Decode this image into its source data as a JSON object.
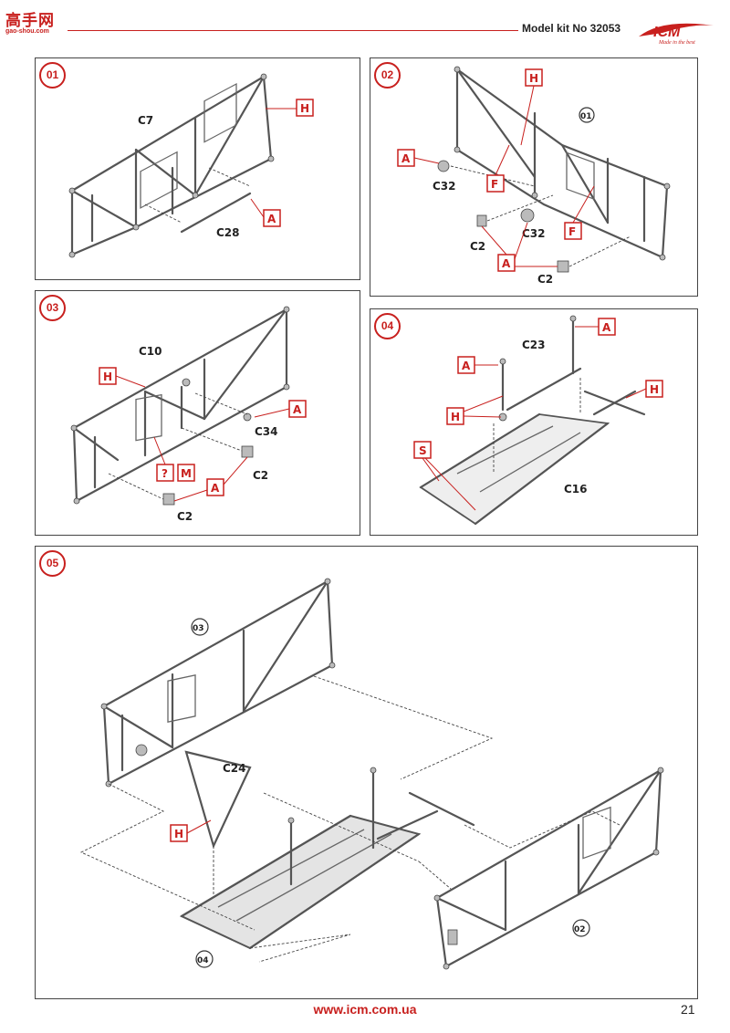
{
  "header": {
    "site_logo_text": "高手网",
    "site_logo_url": "gao-shou.com",
    "title": "Model kit No 32053",
    "brand": "ICM",
    "brand_tagline": "Made in the best"
  },
  "steps": [
    {
      "number": "01",
      "parts": [
        "C7",
        "C28"
      ],
      "tags": [
        "H",
        "A"
      ]
    },
    {
      "number": "02",
      "parts": [
        "C32",
        "C32",
        "C2",
        "C2"
      ],
      "tags": [
        "H",
        "A",
        "F",
        "F",
        "A"
      ],
      "ref": "01"
    },
    {
      "number": "03",
      "parts": [
        "C10",
        "C34",
        "C2",
        "C2"
      ],
      "tags": [
        "H",
        "A",
        "?",
        "M",
        "A"
      ]
    },
    {
      "number": "04",
      "parts": [
        "C23",
        "C16"
      ],
      "tags": [
        "A",
        "A",
        "H",
        "H",
        "S"
      ]
    },
    {
      "number": "05",
      "parts": [
        "C24"
      ],
      "tags": [
        "H"
      ],
      "refs": [
        "03",
        "04",
        "02"
      ]
    }
  ],
  "footer": {
    "url": "www.icm.com.ua",
    "page_number": "21"
  },
  "colors": {
    "accent": "#c8201e",
    "line": "#555555"
  }
}
